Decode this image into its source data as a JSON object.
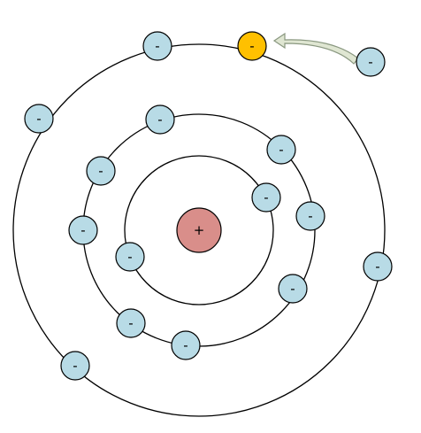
{
  "colors": {
    "nucleus_fill": "#d98e8a",
    "electron_fill": "#b8dbe6",
    "incoming_electron_fill": "#ffc000",
    "arrow_fill": "#dfe6d2",
    "arrow_stroke": "#8a9880",
    "orbit_stroke": "#000000"
  },
  "nucleus": {
    "symbol": "+"
  },
  "shells": [
    {
      "name": "inner-shell",
      "electrons": [
        "-",
        "-"
      ]
    },
    {
      "name": "middle-shell",
      "electrons": [
        "-",
        "-",
        "-",
        "-",
        "-",
        "-",
        "-",
        "-"
      ]
    },
    {
      "name": "outer-shell",
      "electrons": [
        "-",
        "-",
        "-",
        "-",
        "-"
      ]
    }
  ],
  "incoming": {
    "highlighted_symbol": "-",
    "free_symbol": "-",
    "arrow_icon": "curved-arrow-icon"
  }
}
